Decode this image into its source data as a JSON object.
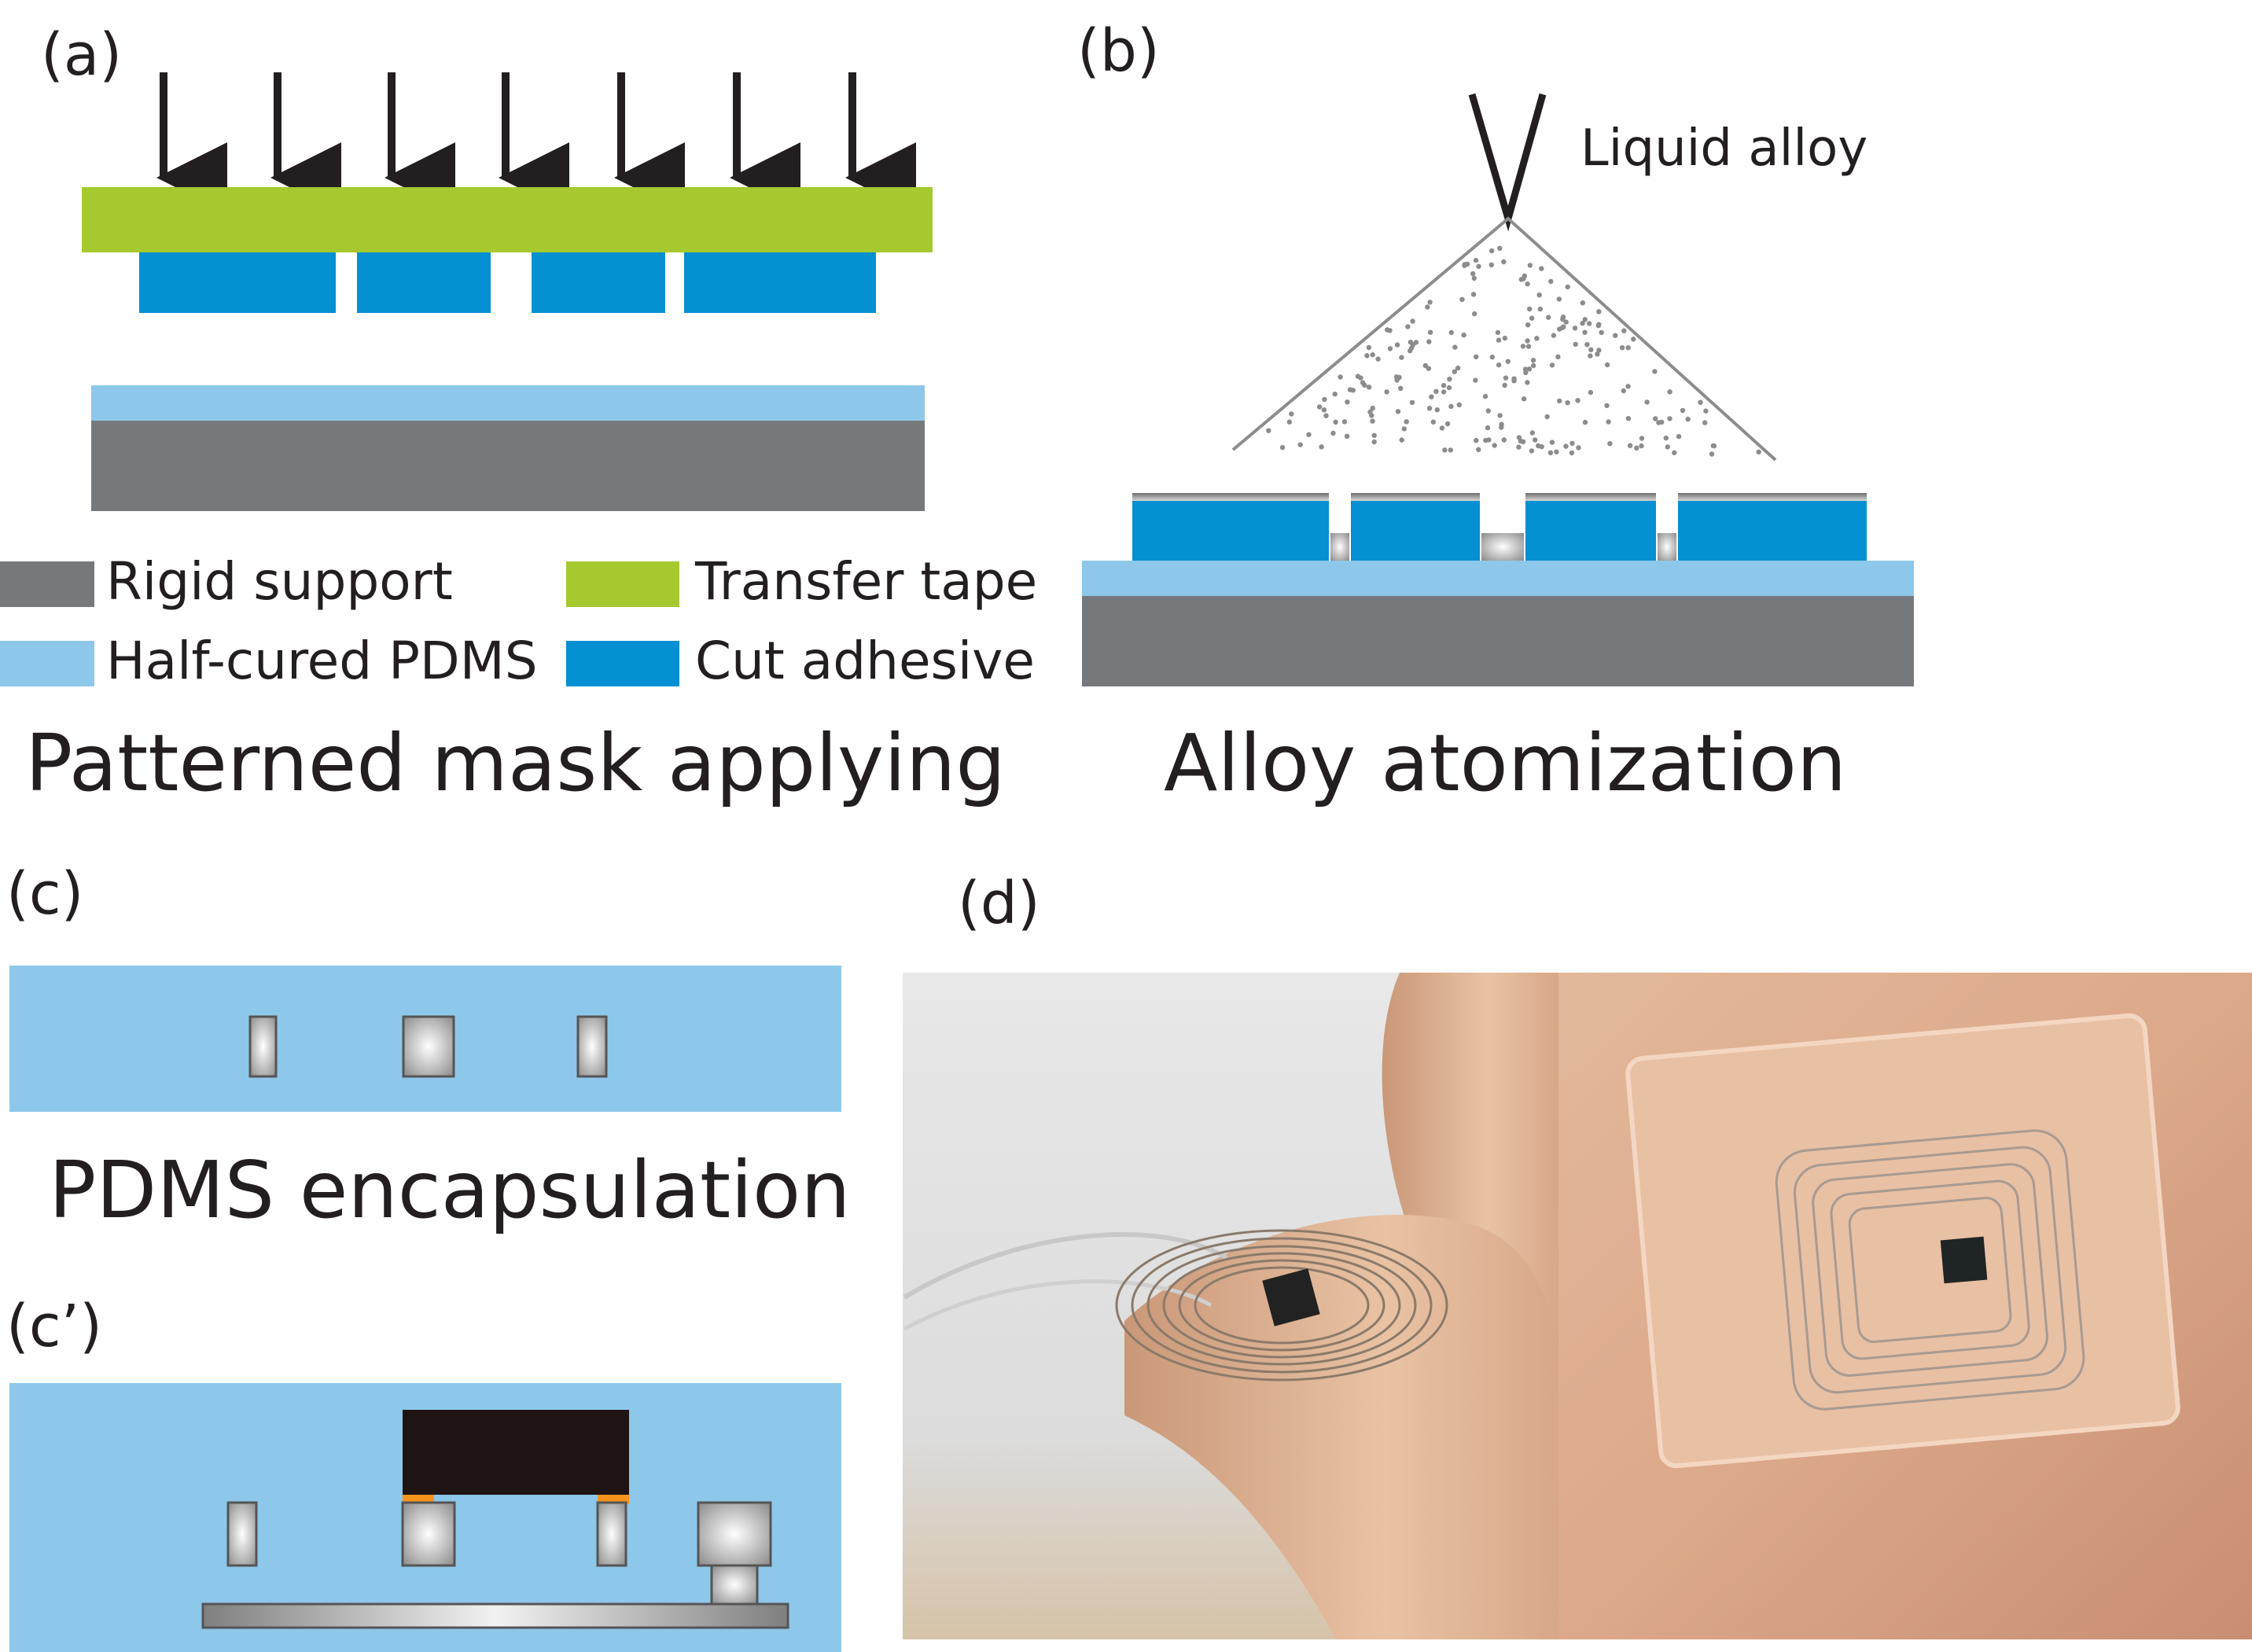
{
  "panels": {
    "a": {
      "label": "(a)",
      "caption": "Patterned mask applying",
      "legend": [
        {
          "text": "Rigid support",
          "color": "#76797b"
        },
        {
          "text": "Transfer tape",
          "color": "#a5c92f"
        },
        {
          "text": "Half-cured PDMS",
          "color": "#8dc8ea"
        },
        {
          "text": "Cut adhesive",
          "color": "#0490d2"
        }
      ]
    },
    "b": {
      "label": "(b)",
      "caption": "Alloy atomization",
      "annotation": "Liquid alloy"
    },
    "c": {
      "label": "(c)",
      "caption": "PDMS encapsulation"
    },
    "c_prime": {
      "label": "(c’)"
    },
    "d": {
      "label": "(d)"
    }
  },
  "colors": {
    "pdms": "#8dc8ea",
    "adhesive": "#0490d2",
    "tape": "#a5c92f",
    "support": "#76797b",
    "chip": "#1e1414",
    "solder": "#f7941d"
  }
}
